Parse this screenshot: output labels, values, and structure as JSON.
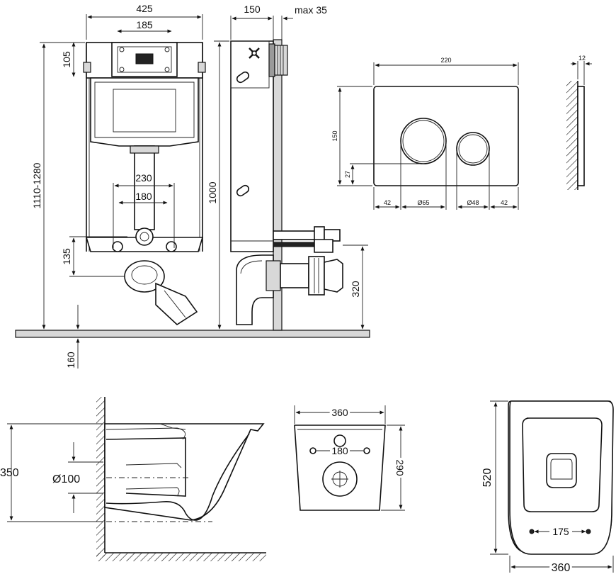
{
  "frame_views": {
    "front_dims": {
      "frame_width": "425",
      "top_bracket": "185",
      "top_height": "105",
      "total_height_range": "1110-1280",
      "pipe_spacing_outer": "230",
      "pipe_spacing_inner": "180",
      "outlet_height": "135",
      "floor_offset": "160"
    },
    "side_dims": {
      "depth": "150",
      "wall_max": "max 35",
      "frame_height": "1000",
      "outlet_height": "320"
    }
  },
  "flush_plate": {
    "width": "220",
    "height": "150",
    "button_offset": "27",
    "left_margin": "42",
    "big_button": "Ø65",
    "small_button": "Ø48",
    "right_margin": "42",
    "thickness": "12"
  },
  "toilet_bowl": {
    "side_height": "350",
    "pipe_diameter": "Ø100",
    "rear_width": "360",
    "rear_bolt_spacing": "180",
    "rear_height": "290",
    "top_length": "520",
    "top_bolt_spacing": "175",
    "top_width": "360"
  }
}
